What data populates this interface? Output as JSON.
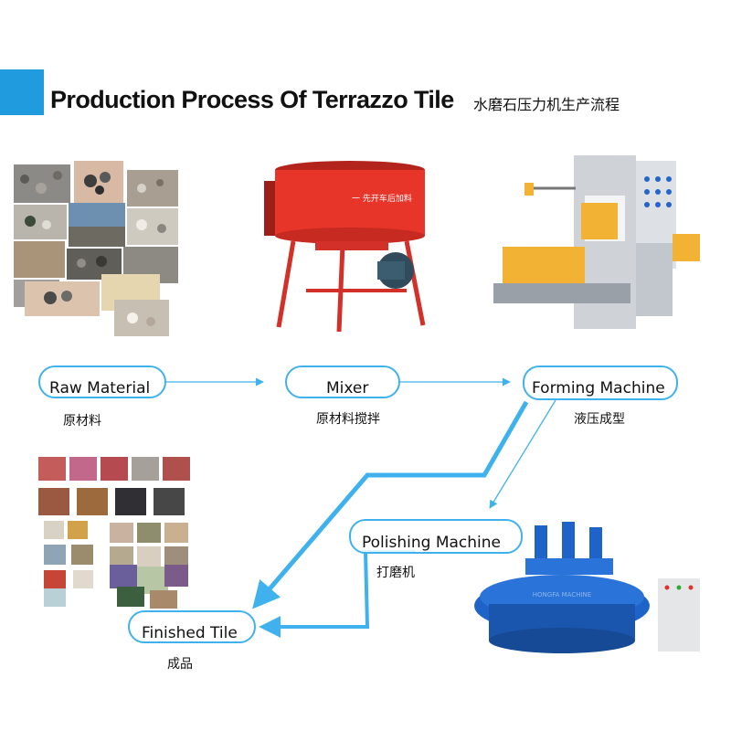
{
  "title": "Production Process Of Terrazzo Tile",
  "title_cn": "水磨石压力机生产流程",
  "colors": {
    "accent": "#1f9bde",
    "flow_line": "#3fb2ee",
    "mixer_red": "#e8352a",
    "machine_blue": "#1e63c7",
    "machine_gray": "#cfd3d8",
    "mold_yellow": "#f2b233"
  },
  "steps": [
    {
      "label": "Raw Material",
      "label_cn": "原材料"
    },
    {
      "label": "Mixer",
      "label_cn": "原材料搅拌"
    },
    {
      "label": "Forming Machine",
      "label_cn": "液压成型"
    },
    {
      "label": "Polishing Machine",
      "label_cn": "打磨机"
    },
    {
      "label": "Finished Tile",
      "label_cn": "成品"
    }
  ],
  "mixer_text": "一 先开车后加料",
  "polish_brand": "HONGFA MACHINE"
}
